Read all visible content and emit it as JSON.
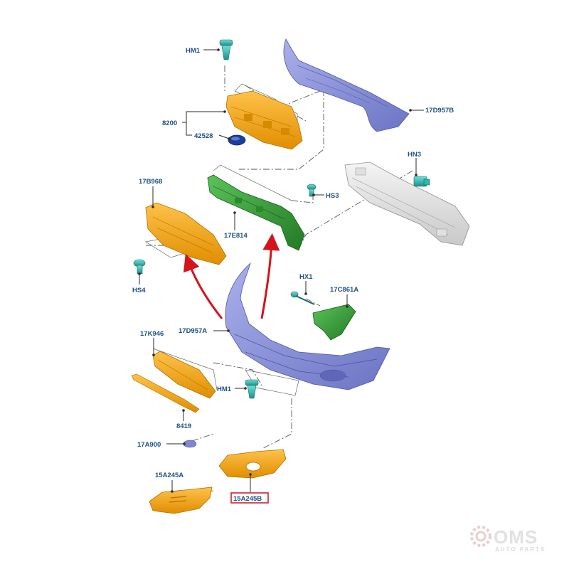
{
  "labels": {
    "hm1_top": "HM1",
    "p17d957b": "17D957B",
    "p8200": "8200",
    "p42528": "42528",
    "hn3": "HN3",
    "p17b968": "17B968",
    "hs3": "HS3",
    "p17e814": "17E814",
    "hs4": "HS4",
    "hx1": "HX1",
    "p17c861a": "17C861A",
    "p17d957a": "17D957A",
    "p17k946": "17K946",
    "hm1_bottom": "HM1",
    "p8419": "8419",
    "p17a900": "17A900",
    "p15a245a": "15A245A",
    "p15a245b": "15A245B"
  },
  "highlighted_part": "15A245B",
  "watermark": {
    "brand": "OMS",
    "tagline": "AUTO PARTS"
  },
  "colors": {
    "label": "#1f4f86",
    "highlight_box": "#d0202a",
    "orange_part": "#f0a816",
    "green_part": "#3d9a3a",
    "bumper_blue": "#8a93d6",
    "fastener_teal": "#2fb7ae",
    "arrow_red": "#d4141a"
  }
}
